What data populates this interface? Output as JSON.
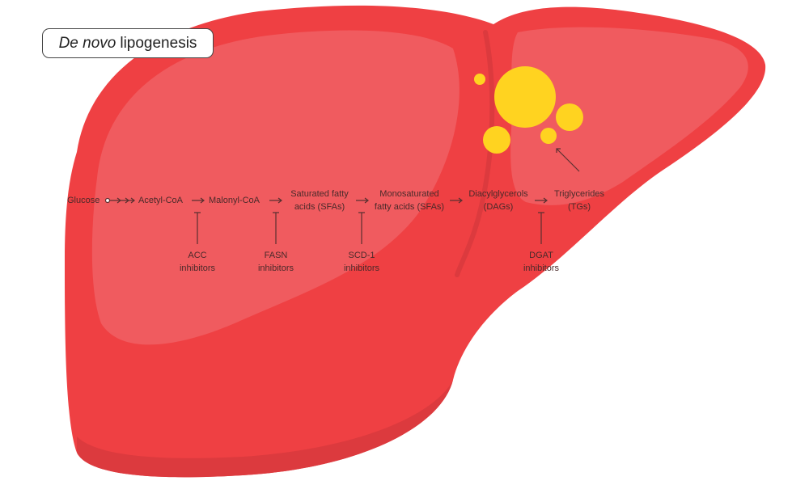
{
  "title": {
    "italic": "De novo",
    "rest": "lipogenesis"
  },
  "pathway": [
    {
      "id": "glucose",
      "line1": "Glucose",
      "line2": ""
    },
    {
      "id": "acetyl-coa",
      "line1": "Acetyl-CoA",
      "line2": ""
    },
    {
      "id": "malonyl-coa",
      "line1": "Malonyl-CoA",
      "line2": ""
    },
    {
      "id": "sfas",
      "line1": "Saturated fatty",
      "line2": "acids (SFAs)"
    },
    {
      "id": "mufas",
      "line1": "Monosaturated",
      "line2": "fatty acids (SFAs)"
    },
    {
      "id": "dags",
      "line1": "Diacylglycerols",
      "line2": "(DAGs)"
    },
    {
      "id": "tgs",
      "line1": "Triglycerides",
      "line2": "(TGs)"
    }
  ],
  "inhibitors": [
    {
      "id": "acc",
      "line1": "ACC",
      "line2": "inhibitors"
    },
    {
      "id": "fasn",
      "line1": "FASN",
      "line2": "inhibitors"
    },
    {
      "id": "scd1",
      "line1": "SCD-1",
      "line2": "inhibitors"
    },
    {
      "id": "dgat",
      "line1": "DGAT",
      "line2": "inhibitors"
    }
  ],
  "colors": {
    "liver_outer": "#ef4043",
    "liver_inner": "#f05b5f",
    "liver_shadow": "#dc3a3e",
    "fat_droplet": "#ffd320",
    "text": "#4a2a2a",
    "arrow": "#5a3030"
  }
}
